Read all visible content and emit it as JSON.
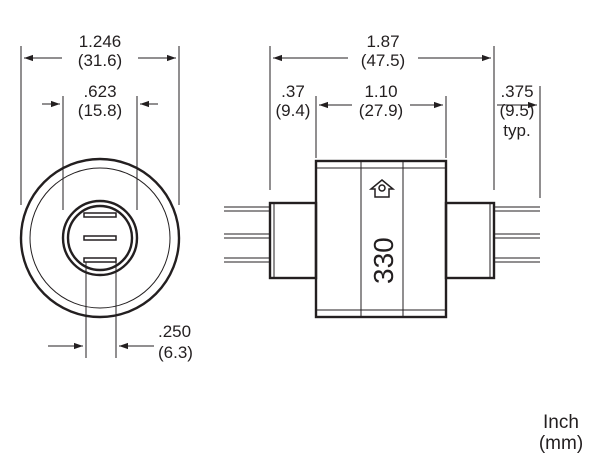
{
  "dimensions": {
    "end_outer_dia_in": "1.246",
    "end_outer_dia_mm": "(31.6)",
    "end_inner_dia_in": ".623",
    "end_inner_dia_mm": "(15.8)",
    "pin_spacing_in": ".250",
    "pin_spacing_mm": "(6.3)",
    "overall_length_in": "1.87",
    "overall_length_mm": "(47.5)",
    "hub_length_in": ".37",
    "hub_length_mm": "(9.4)",
    "body_length_in": "1.10",
    "body_length_mm": "(27.9)",
    "lead_length_in": ".375",
    "lead_length_mm": "(9.5)",
    "lead_length_note": "typ."
  },
  "body_marking": {
    "model_number": "330",
    "brand_logo": "up-arrow-logo"
  },
  "units_legend": {
    "line1": "Inch",
    "line2": "(mm)"
  }
}
